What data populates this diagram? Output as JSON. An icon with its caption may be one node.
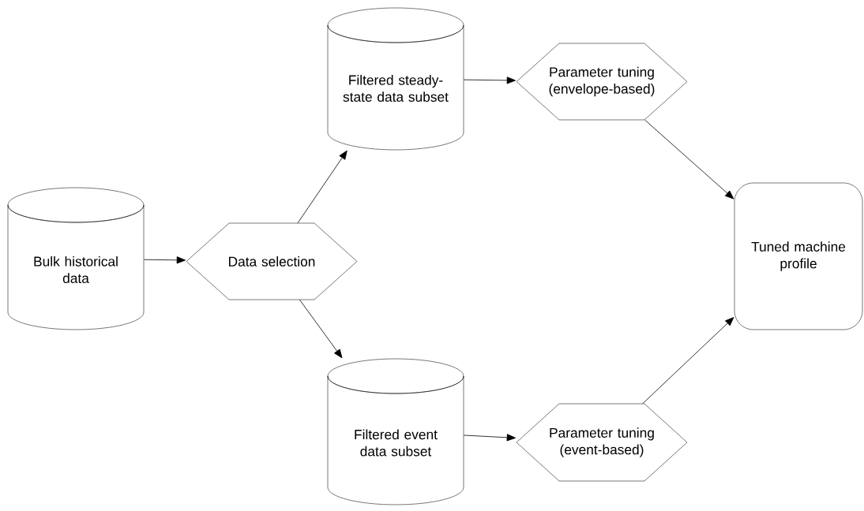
{
  "diagram": {
    "nodes": [
      {
        "text": [
          "Bulk historical data"
        ]
      },
      {
        "text": [
          "Data selection"
        ]
      },
      {
        "text": [
          "Filtered steady-state data subset"
        ]
      },
      {
        "text": [
          "Filtered event data subset"
        ]
      },
      {
        "text": [
          "Parameter tuning (envelope-based)"
        ]
      },
      {
        "text": [
          "Parameter tuning (event-based)"
        ]
      },
      {
        "text": [
          "Tuned machine profile"
        ]
      }
    ],
    "edges": [
      {
        "from": 0,
        "to": 1,
        "arrow": "to"
      },
      {
        "from": 1,
        "to": 2,
        "arrow": "to"
      },
      {
        "from": 1,
        "to": 3,
        "arrow": "to"
      },
      {
        "from": 2,
        "to": 4,
        "arrow": "to"
      },
      {
        "from": 3,
        "to": 5,
        "arrow": "to"
      },
      {
        "from": 4,
        "to": 6,
        "arrow": "to"
      },
      {
        "from": 5,
        "to": 6,
        "arrow": "to"
      }
    ]
  }
}
